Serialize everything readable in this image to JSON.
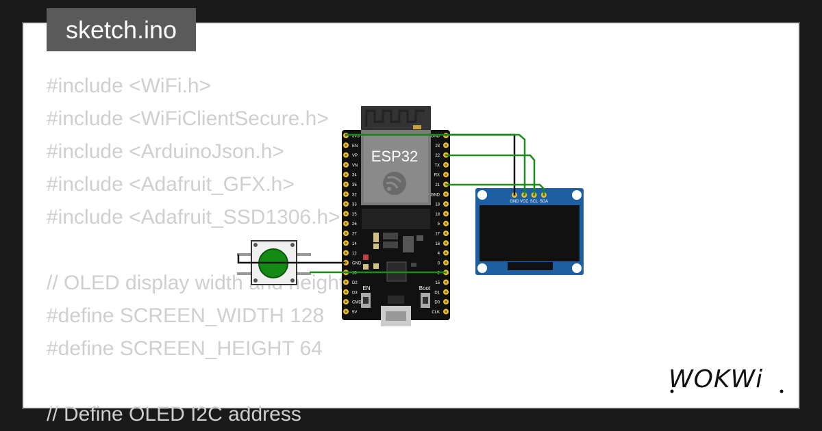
{
  "file_tab": {
    "label": "sketch.ino"
  },
  "code_lines": [
    "#include <WiFi.h>",
    "#include <WiFiClientSecure.h>",
    "#include <ArduinoJson.h>",
    "#include <Adafruit_GFX.h>",
    "#include <Adafruit_SSD1306.h>",
    "",
    "// OLED display width and height",
    "#define SCREEN_WIDTH 128",
    "#define SCREEN_HEIGHT 64",
    "",
    "// Define OLED I2C address"
  ],
  "esp32": {
    "label": "ESP32",
    "en_label": "EN",
    "boot_label": "Boot",
    "left_pins": [
      "3V3",
      "EN",
      "VP",
      "VN",
      "34",
      "35",
      "32",
      "33",
      "25",
      "26",
      "27",
      "14",
      "12",
      "GND",
      "13",
      "D2",
      "D3",
      "CMD",
      "5V"
    ],
    "right_pins": [
      "GND",
      "23",
      "22",
      "TX",
      "RX",
      "21",
      "GND",
      "19",
      "18",
      "5",
      "17",
      "16",
      "4",
      "0",
      "2",
      "15",
      "D1",
      "D0",
      "CLK"
    ]
  },
  "oled": {
    "pins": [
      "GND",
      "VCC",
      "SCL",
      "SDA"
    ]
  },
  "wire_colors": {
    "green": "#1a8a1a",
    "black": "#111111"
  },
  "logo": {
    "text": "WOKWi"
  }
}
